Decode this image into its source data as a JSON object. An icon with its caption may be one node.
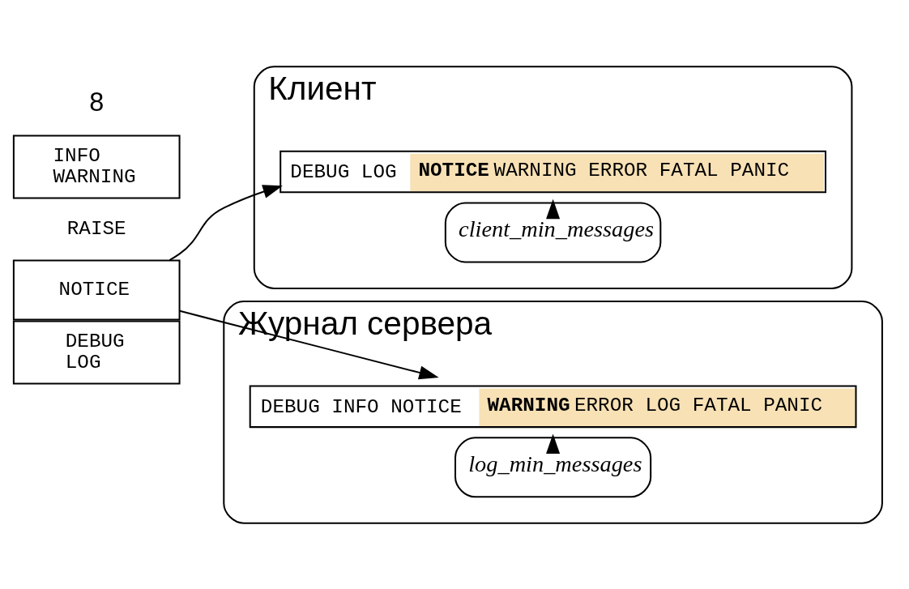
{
  "diagram": {
    "nodes": [
      {
        "text": [
          "DEBUG",
          "LOG"
        ]
      },
      {
        "text": [
          "NOTICE"
        ],
        "beside": [
          "RAISE"
        ]
      },
      {
        "text": [
          "INFO",
          "WARNING"
        ]
      },
      {
        "text": [
          "Клиент"
        ]
      },
      {
        "text": [
          "DEBUG LOG **NOTICE** WARNING ERROR FATAL PANIC"
        ],
        "in": 3
      },
      {
        "text": [
          "client_min_messages"
        ],
        "in": 3
      },
      {
        "text": [
          "Журнал сервера"
        ]
      },
      {
        "text": [
          "DEBUG INFO NOTICE **WARNING** ERROR LOG FATAL PANIC"
        ],
        "in": 6
      },
      {
        "text": [
          "log_min_messages"
        ],
        "in": 6
      }
    ],
    "edges": [
      {
        "from": 1,
        "to": 4,
        "arrow": "to"
      },
      {
        "from": 1,
        "to": 7,
        "arrow": "to"
      },
      {
        "from": 5,
        "to": 4,
        "arrow": "to"
      },
      {
        "from": 8,
        "to": 7,
        "arrow": "to"
      }
    ],
    "labels": [
      "8"
    ]
  }
}
